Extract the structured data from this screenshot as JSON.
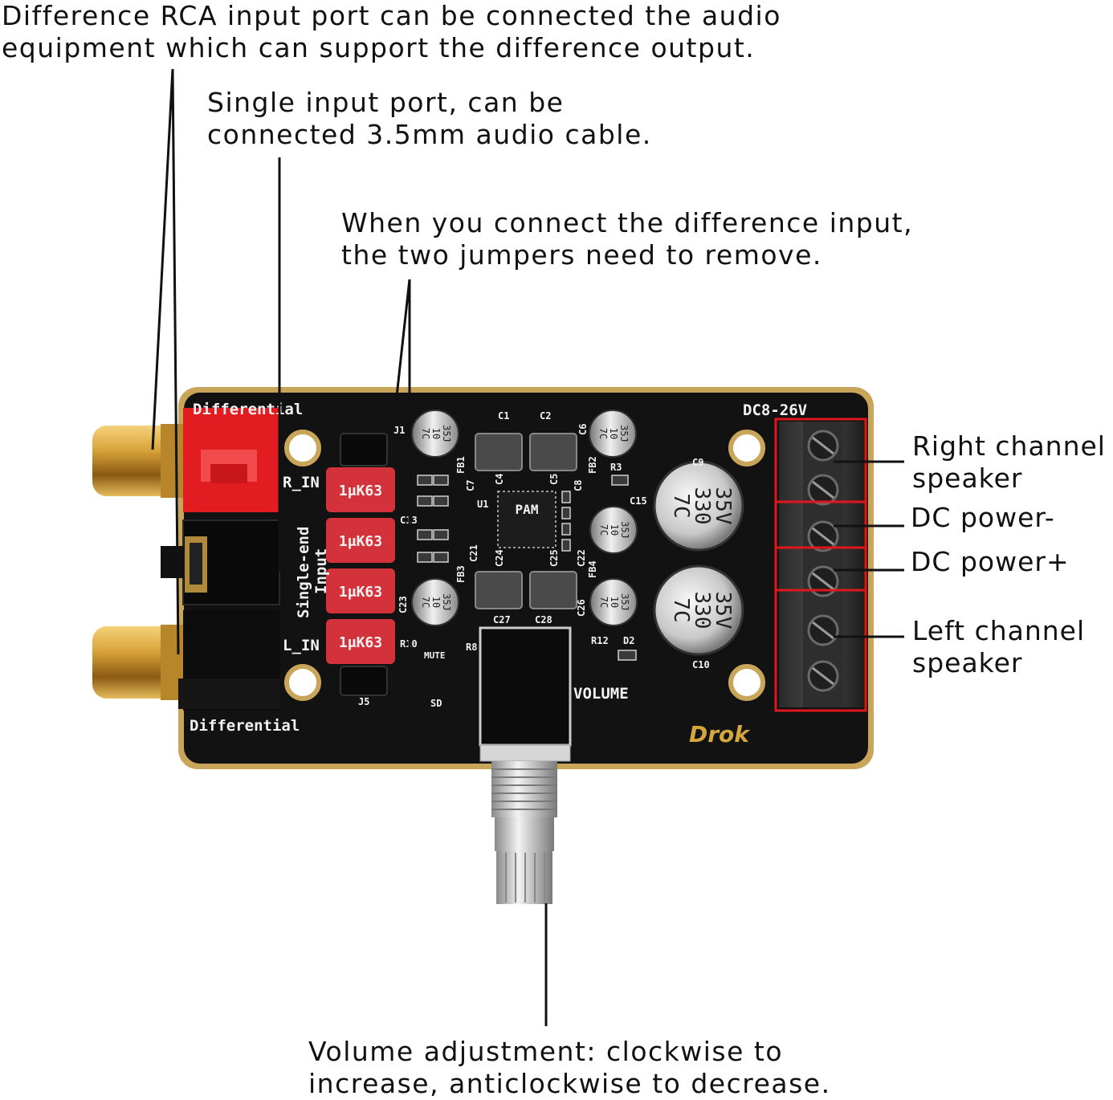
{
  "colors": {
    "pcb": "#121212",
    "pcb_edge": "#c9a55a",
    "gold": "#d4a63c",
    "red_highlight": "#e0161c",
    "capacitor_red": "#d4323b",
    "leader_line": "#111111"
  },
  "callouts": {
    "rca": {
      "line1": "Difference RCA input port can be connected the audio",
      "line2": "equipment which can support the difference output."
    },
    "single": {
      "line1": "Single input port, can be",
      "line2": "connected 3.5mm audio cable."
    },
    "jumpers": {
      "line1": "When you connect the difference input,",
      "line2": "the two jumpers need to remove."
    },
    "right_speaker": {
      "line1": "Right channel",
      "line2": "speaker"
    },
    "dc_minus": "DC power-",
    "dc_plus": "DC power+",
    "left_speaker": {
      "line1": "Left channel",
      "line2": "speaker"
    },
    "volume": {
      "line1": "Volume adjustment: clockwise to",
      "line2": "increase, anticlockwise to decrease."
    }
  },
  "board": {
    "differential_top": "Differential",
    "differential_bottom": "Differential",
    "r_in": "R_IN",
    "l_in": "L_IN",
    "single_end_line1": "Single-end",
    "single_end_line2": "Input",
    "dc_rating": "DC8-26V",
    "volume_label": "VOLUME",
    "brand": "Drok",
    "film_cap_label": "1μK63",
    "small_cap_label": [
      "7C",
      "10",
      "35J"
    ],
    "large_cap_label": [
      "7C",
      "330",
      "35V"
    ],
    "chip_label": "PAM",
    "mute_label": "MUTE",
    "sd_label": "SD",
    "refs": {
      "c1": "C1",
      "c2": "C2",
      "c6": "C6",
      "c7": "C7",
      "c4": "C4",
      "c5": "C5",
      "c8": "C8",
      "fb1": "FB1",
      "fb2": "FB2",
      "fb3": "FB3",
      "fb4": "FB4",
      "c9": "C9",
      "c10": "C10",
      "c15": "C15",
      "c21": "C21",
      "c24": "C24",
      "c25": "C25",
      "c22": "C22",
      "c26": "C26",
      "c27": "C27",
      "c28": "C28",
      "c23": "C23",
      "r12": "R12",
      "d2": "D2",
      "j5": "J5",
      "j1": "J1",
      "r3": "R3",
      "r8": "R8",
      "r10": "R10",
      "u1": "U1",
      "c13": "C13"
    }
  }
}
